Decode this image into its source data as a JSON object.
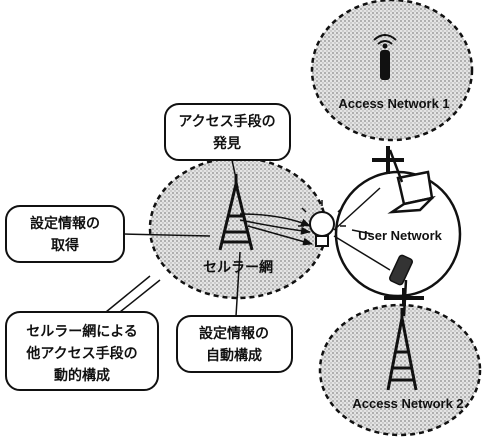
{
  "diagram": {
    "callouts": {
      "discover_line1": "アクセス手段の",
      "discover_line2": "発見",
      "acquire_line1": "設定情報の",
      "acquire_line2": "取得",
      "dynamic_line1": "セルラー網による",
      "dynamic_line2": "他アクセス手段の",
      "dynamic_line3": "動的構成",
      "autoconfig_line1": "設定情報の",
      "autoconfig_line2": "自動構成"
    },
    "networks": {
      "cellular": "セルラー網",
      "user": "User Network",
      "access1": "Access Network 1",
      "access2": "Access Network 2"
    },
    "icons": [
      "cell-tower-icon",
      "wifi-access-point-icon",
      "lightbulb-icon",
      "laptop-icon",
      "mobile-phone-icon"
    ],
    "colors": {
      "dotted_fill": "#d9d9d9",
      "stroke": "#111111",
      "background": "#ffffff"
    }
  }
}
